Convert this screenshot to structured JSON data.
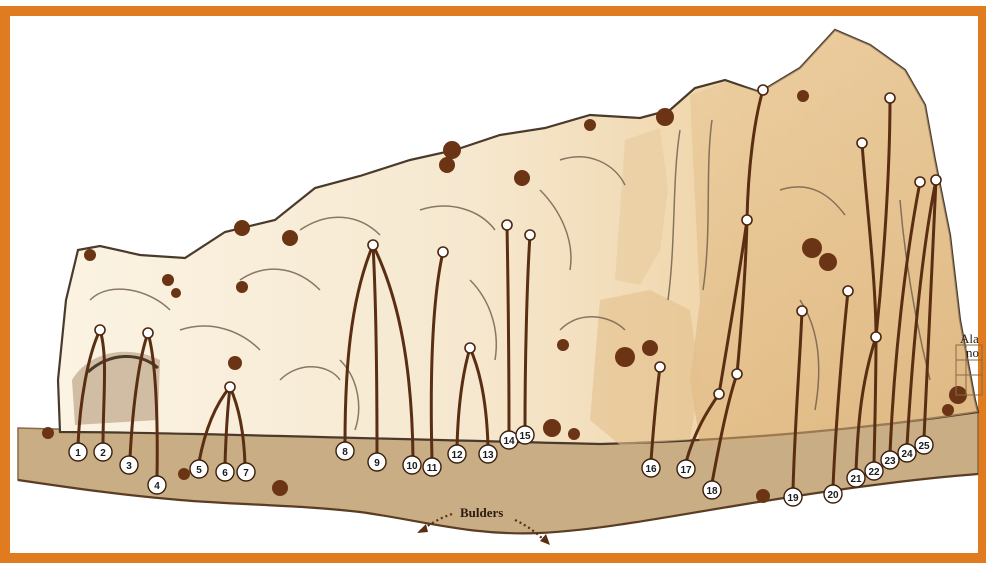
{
  "frame_color": "#e07b20",
  "rock_color": "#f4e4c6",
  "ground_color": "#c9ad84",
  "route_color": "#5a2e12",
  "boulders_label": "Bulders",
  "edge_label": {
    "line1": "Ala",
    "line2": "no"
  },
  "routes": [
    {
      "number": "1"
    },
    {
      "number": "2"
    },
    {
      "number": "3"
    },
    {
      "number": "4"
    },
    {
      "number": "5"
    },
    {
      "number": "6"
    },
    {
      "number": "7"
    },
    {
      "number": "8"
    },
    {
      "number": "9"
    },
    {
      "number": "10"
    },
    {
      "number": "11"
    },
    {
      "number": "12"
    },
    {
      "number": "13"
    },
    {
      "number": "14"
    },
    {
      "number": "15"
    },
    {
      "number": "16"
    },
    {
      "number": "17"
    },
    {
      "number": "18"
    },
    {
      "number": "19"
    },
    {
      "number": "20"
    },
    {
      "number": "21"
    },
    {
      "number": "22"
    },
    {
      "number": "23"
    },
    {
      "number": "24"
    },
    {
      "number": "25"
    }
  ]
}
